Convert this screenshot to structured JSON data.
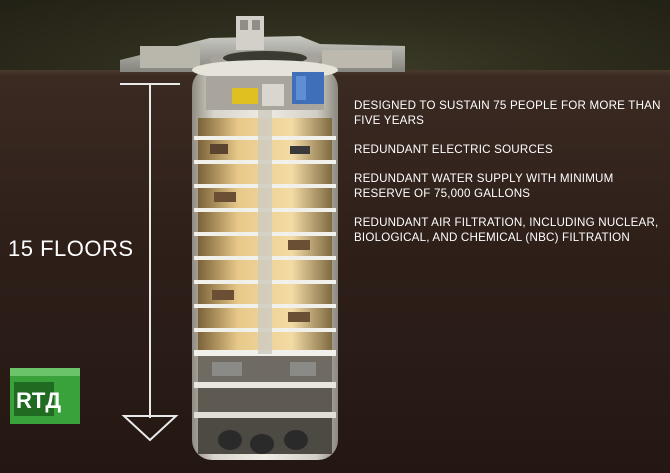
{
  "facts": [
    "DESIGNED TO SUSTAIN 75 PEOPLE FOR MORE THAN FIVE YEARS",
    "REDUNDANT ELECTRIC SOURCES",
    "REDUNDANT WATER SUPPLY WITH MINIMUM RESERVE OF 75,000 GALLONS",
    "REDUNDANT AIR FILTRATION, INCLUDING NUCLEAR, BIOLOGICAL, AND CHEMICAL (NBC) FILTRATION"
  ],
  "floors_label": "15 FLOORS",
  "logo_text": "RTД",
  "colors": {
    "text": "#ffffff",
    "logo_green": "#3aa23b",
    "soil": "#2e1f19",
    "silo_wall": "#c9c6bd",
    "floor_light": "#e8c98a"
  }
}
